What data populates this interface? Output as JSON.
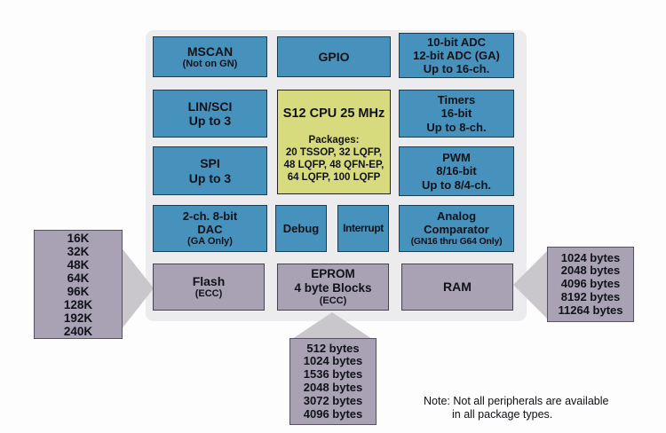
{
  "colors": {
    "block-blue": "#4792bd",
    "block-yellow": "#d7db7e",
    "block-purple": "#a8a2b4",
    "panel-gray": "#ececee",
    "arrow-gray": "#c9c7cb",
    "text-dark": "#101219"
  },
  "blocks": {
    "mscan": {
      "line1": "MSCAN",
      "line2": "(Not on GN)"
    },
    "gpio": {
      "line1": "GPIO"
    },
    "adc": {
      "line1": "10-bit ADC",
      "line2": "12-bit ADC (GA)",
      "line3": "Up to 16-ch."
    },
    "lin_sci": {
      "line1": "LIN/SCI",
      "line2": "Up to 3"
    },
    "cpu": {
      "title": "S12 CPU 25 MHz",
      "packages_heading": "Packages:",
      "packages_line1": "20 TSSOP, 32 LQFP,",
      "packages_line2": "48 LQFP, 48 QFN-EP,",
      "packages_line3": "64 LQFP, 100 LQFP"
    },
    "timers": {
      "line1": "Timers",
      "line2": "16-bit",
      "line3": "Up to 8-ch."
    },
    "spi": {
      "line1": "SPI",
      "line2": "Up to 3"
    },
    "pwm": {
      "line1": "PWM",
      "line2": "8/16-bit",
      "line3": "Up to 8/4-ch."
    },
    "dac": {
      "line1": "2-ch. 8-bit",
      "line2": "DAC",
      "line3": "(GA Only)"
    },
    "debug": {
      "line1": "Debug"
    },
    "interrupt": {
      "line1": "Interrupt"
    },
    "analog_comparator": {
      "line1": "Analog",
      "line2": "Comparator",
      "line3": "(GN16 thru G64 Only)"
    },
    "flash": {
      "line1": "Flash",
      "line2": "(ECC)"
    },
    "eprom": {
      "line1": "EPROM",
      "line2": "4 byte Blocks",
      "line3": "(ECC)"
    },
    "ram": {
      "line1": "RAM"
    }
  },
  "callouts": {
    "flash_sizes": {
      "items": [
        "16K",
        "32K",
        "48K",
        "64K",
        "96K",
        "128K",
        "192K",
        "240K"
      ]
    },
    "eprom_sizes": {
      "items": [
        "512 bytes",
        "1024 bytes",
        "1536 bytes",
        "2048 bytes",
        "3072 bytes",
        "4096 bytes"
      ]
    },
    "ram_sizes": {
      "items": [
        "1024 bytes",
        "2048 bytes",
        "4096 bytes",
        "8192 bytes",
        "11264 bytes"
      ]
    }
  },
  "note": {
    "line1": "Note: Not all peripherals are available",
    "line2": "in all package types."
  }
}
